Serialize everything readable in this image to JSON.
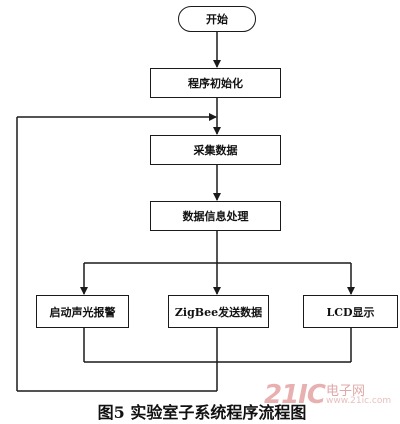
{
  "nodes": {
    "start": "开始",
    "init": "程序初始化",
    "collect": "采集数据",
    "process": "数据信息处理",
    "alarm": "启动声光报警",
    "zigbee": "ZigBee发送数据",
    "lcd": "LCD显示"
  },
  "caption": "图5  实验室子系统程序流程图",
  "watermark": {
    "logo_number": "21IC",
    "logo_text": "电子网",
    "url": "www.21ic.com"
  }
}
